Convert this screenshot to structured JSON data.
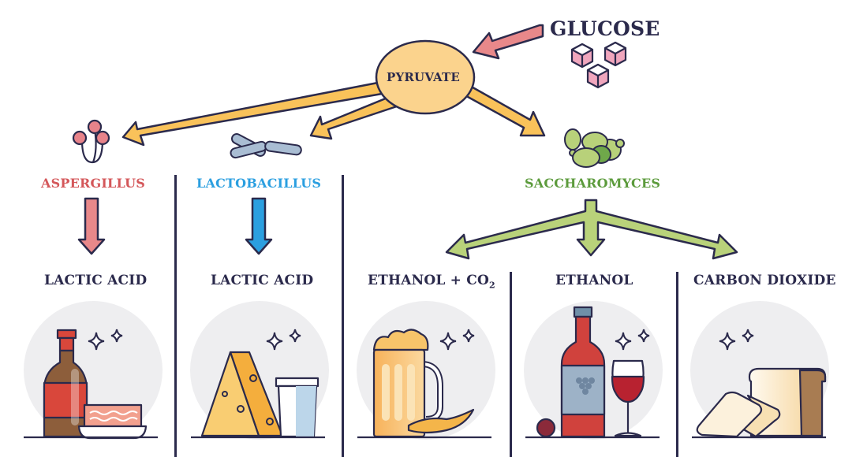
{
  "diagram": {
    "input": {
      "label": "GLUCOSE",
      "icon": "sugar-cubes-icon"
    },
    "hub": {
      "label": "PYRUVATE"
    },
    "organisms": [
      {
        "name": "ASPERGILLUS",
        "color": "#d4575a",
        "icon": "aspergillus-mold-icon"
      },
      {
        "name": "LACTOBACILLUS",
        "color": "#2b9fe0",
        "icon": "lactobacillus-bacteria-icon"
      },
      {
        "name": "SACCHAROMYCES",
        "color": "#5c9b3c",
        "icon": "yeast-cells-icon"
      }
    ],
    "products": [
      {
        "label": "LACTIC ACID",
        "organism": "ASPERGILLUS",
        "illustration": "soy-sauce-bottle-and-bacon"
      },
      {
        "label": "LACTIC ACID",
        "organism": "LACTOBACILLUS",
        "illustration": "cheese-and-milk-glass"
      },
      {
        "label": "ETHANOL + CO",
        "subscript": "2",
        "organism": "SACCHAROMYCES",
        "illustration": "beer-mug-and-wheat"
      },
      {
        "label": "ETHANOL",
        "organism": "SACCHAROMYCES",
        "illustration": "wine-bottle-and-glass"
      },
      {
        "label": "CARBON DIOXIDE",
        "organism": "SACCHAROMYCES",
        "illustration": "bread-loaf-and-slices"
      }
    ],
    "colors": {
      "outline": "#2b2a4c",
      "pyruvate_fill": "#fbd38d",
      "pyruvate_arrows": "#f9c25a",
      "glucose_arrow": "#e8888a",
      "sugar_cube": "#f0a6bd",
      "yeast_arrows": "#b9d27a",
      "backdrop": "#eeeef0"
    }
  }
}
